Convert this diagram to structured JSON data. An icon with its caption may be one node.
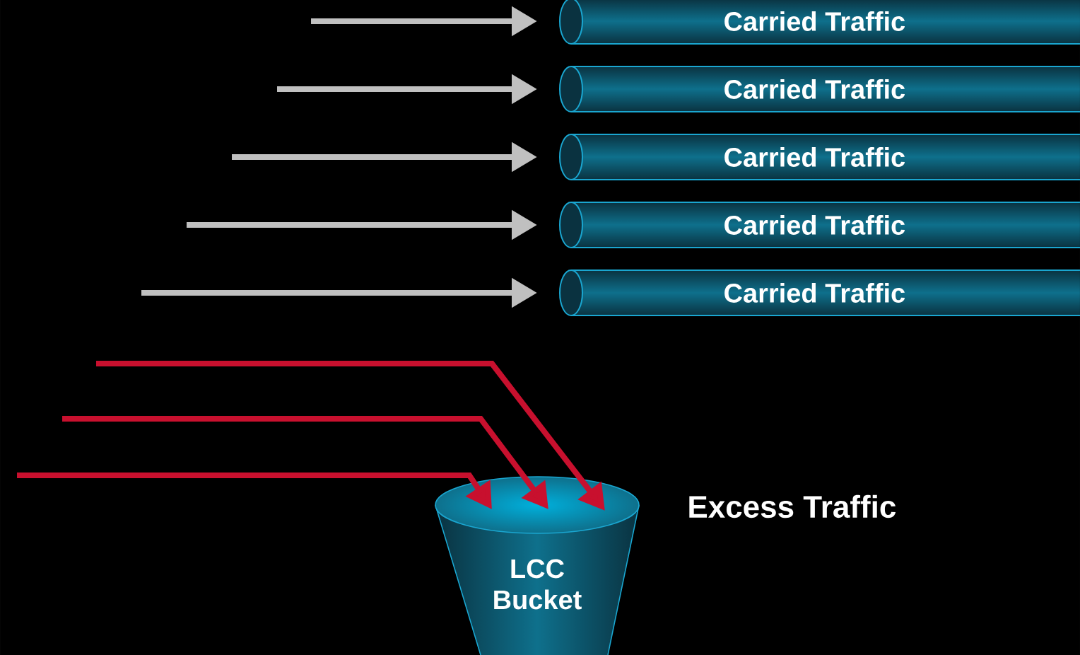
{
  "diagram": {
    "nodes": [
      {
        "text": [
          "Carried Traffic"
        ]
      },
      {
        "text": [
          "Carried Traffic"
        ]
      },
      {
        "text": [
          "Carried Traffic"
        ]
      },
      {
        "text": [
          "Carried Traffic"
        ]
      },
      {
        "text": [
          "Carried Traffic"
        ]
      },
      {
        "text": [
          "LCC Bucket"
        ]
      }
    ],
    "edges": [
      {
        "from": null,
        "to": 0,
        "arrow": "to"
      },
      {
        "from": null,
        "to": 1,
        "arrow": "to"
      },
      {
        "from": null,
        "to": 2,
        "arrow": "to"
      },
      {
        "from": null,
        "to": 3,
        "arrow": "to"
      },
      {
        "from": null,
        "to": 4,
        "arrow": "to"
      },
      {
        "from": null,
        "to": 5,
        "arrow": "to",
        "color": "#c8102e"
      },
      {
        "from": null,
        "to": 5,
        "arrow": "to",
        "color": "#c8102e"
      },
      {
        "from": null,
        "to": 5,
        "arrow": "to",
        "color": "#c8102e"
      }
    ],
    "labels": [
      "Excess Traffic"
    ]
  }
}
